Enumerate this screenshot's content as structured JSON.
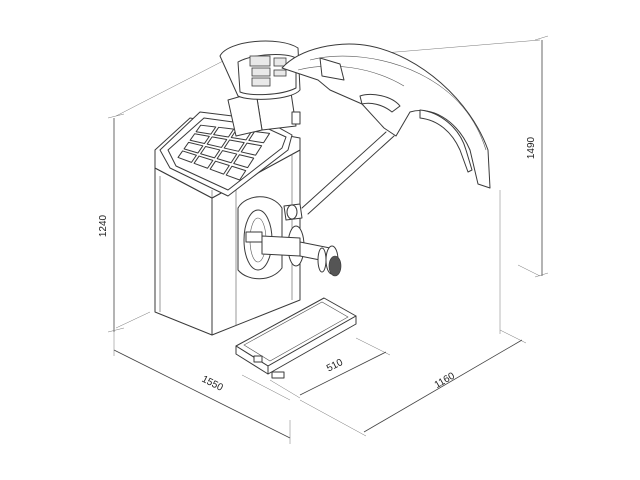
{
  "dimensions": {
    "height_body": "1240",
    "height_total": "1490",
    "width_front": "1550",
    "depth_base": "510",
    "depth_side": "1160"
  },
  "colors": {
    "line": "#3a3a3a",
    "background": "#ffffff"
  }
}
